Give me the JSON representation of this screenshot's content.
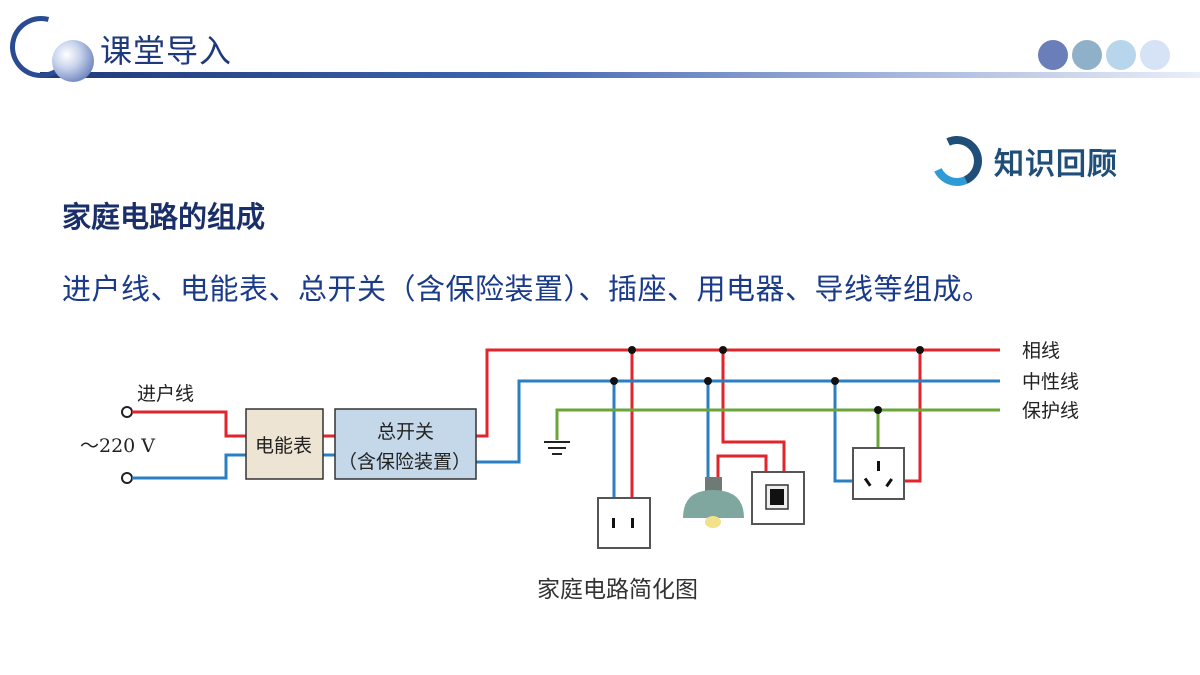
{
  "header": {
    "title": "课堂导入",
    "accent": "#1f3a7c",
    "dot_colors": [
      "#6a7fb9",
      "#8fb0c9",
      "#b7d6ec",
      "#d6e3f6"
    ]
  },
  "badge": {
    "text": "知识回顾",
    "icon": "circular-arrow-icon"
  },
  "section": {
    "title": "家庭电路的组成",
    "body": "进户线、电能表、总开关（含保险装置）、插座、用电器、导线等组成。"
  },
  "diagram": {
    "inlet_label": "进户线",
    "voltage_label": "～220 V",
    "meter_label": "电能表",
    "switch_label_1": "总开关",
    "switch_label_2": "（含保险装置）",
    "live_label": "相线",
    "neutral_label": "中性线",
    "earth_label": "保护线",
    "caption": "家庭电路简化图",
    "colors": {
      "live": "#e0262b",
      "neutral": "#2a7fc2",
      "earth": "#6aa53a",
      "meter": "#ede4d3",
      "switch": "#c5d8ea"
    }
  }
}
